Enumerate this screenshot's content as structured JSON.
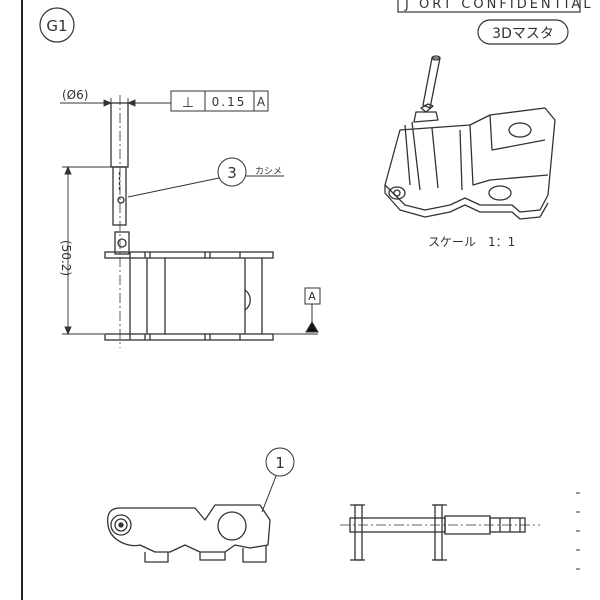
{
  "sheet": {
    "zone_label": "G1",
    "confidential_banner": "J ORT CONFIDENTIAL",
    "model_badge": "3Dマスタ",
    "scale_note": "スケール　1：1"
  },
  "annotations": {
    "diameter_dim": "(Ø6)",
    "tolerance_symbol": "⊥",
    "tolerance_value": "0.15",
    "tolerance_datum": "A",
    "height_dim": "(50.2)",
    "balloon_3": "3",
    "balloon_3_note": "カシメ",
    "datum_label": "A",
    "balloon_1": "1"
  },
  "colors": {
    "line": "#333333",
    "background": "#ffffff"
  }
}
